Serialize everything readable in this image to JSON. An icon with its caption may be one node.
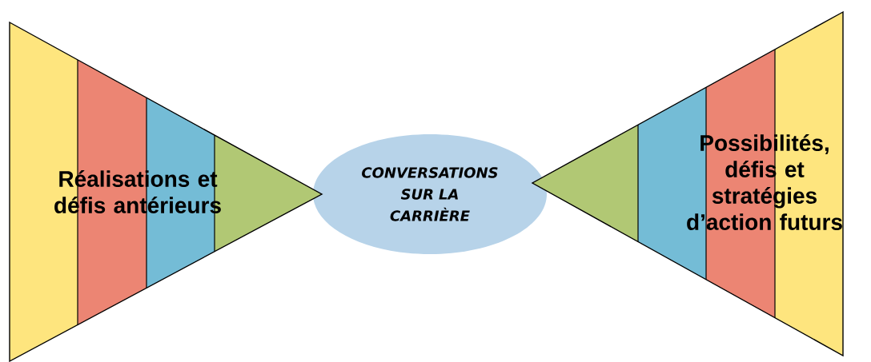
{
  "diagram": {
    "nodes": [
      {
        "text": [
          "Réalisations et défis antérieurs"
        ]
      },
      {
        "text": [
          "CONVERSATIONS SUR LA CARRIÈRE"
        ]
      },
      {
        "text": [
          "Possibilités, défis et stratégies d’action futurs"
        ]
      }
    ]
  }
}
